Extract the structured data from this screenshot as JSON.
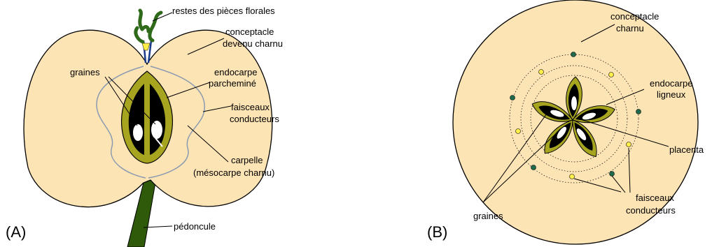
{
  "panels": {
    "a": "(A)",
    "b": "(B)"
  },
  "labels_a": {
    "restes": "restes des pièces florales",
    "conceptacle_1": "conceptacle",
    "conceptacle_2": "devenu charnu",
    "graines": "graines",
    "endocarpe_1": "endocarpe",
    "endocarpe_2": "parcheminé",
    "faisceaux_1": "faisceaux",
    "faisceaux_2": "conducteurs",
    "carpelle_1": "carpelle",
    "carpelle_2": "(mésocarpe charnu)",
    "pedoncule": "pédoncule"
  },
  "labels_b": {
    "conceptacle_1": "conceptacle",
    "conceptacle_2": "charnu",
    "endocarpe_1": "endocarpe",
    "endocarpe_2": "ligneux",
    "placenta": "placenta",
    "faisceaux_1": "faisceaux",
    "faisceaux_2": "conducteurs",
    "graines": "graines"
  },
  "colors": {
    "flesh": "#fde4b5",
    "outline": "#000000",
    "endocarp": "#a7a520",
    "endocarp_dark": "#4a4a0a",
    "stem": "#2f5a0a",
    "vessel_line": "#8a9ab0",
    "dot_green": "#1f6b4c",
    "dot_yellow": "#fff04a"
  }
}
